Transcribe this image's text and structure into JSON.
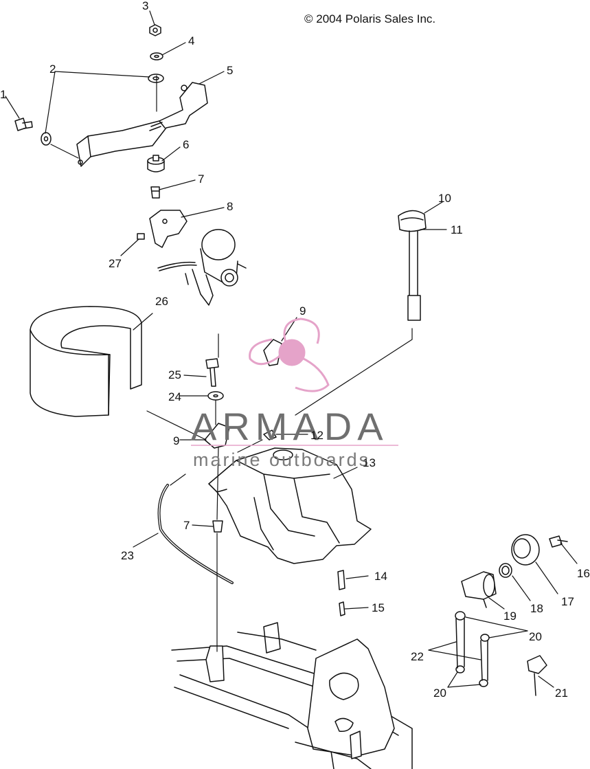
{
  "copyright": "© 2004 Polaris Sales Inc.",
  "watermark": {
    "title": "ARMADA",
    "subtitle": "marine outboards",
    "logo_color": "#e5a3c9",
    "text_color": "#707070"
  },
  "callouts": {
    "c1": "1",
    "c2": "2",
    "c3": "3",
    "c4": "4",
    "c5": "5",
    "c6": "6",
    "c7a": "7",
    "c7b": "7",
    "c8": "8",
    "c9a": "9",
    "c9b": "9",
    "c10": "10",
    "c11": "11",
    "c12": "12",
    "c13": "13",
    "c14": "14",
    "c15": "15",
    "c16": "16",
    "c17": "17",
    "c18": "18",
    "c19": "19",
    "c20a": "20",
    "c20b": "20",
    "c21": "21",
    "c22": "22",
    "c23": "23",
    "c24": "24",
    "c25": "25",
    "c26": "26",
    "c27": "27"
  }
}
